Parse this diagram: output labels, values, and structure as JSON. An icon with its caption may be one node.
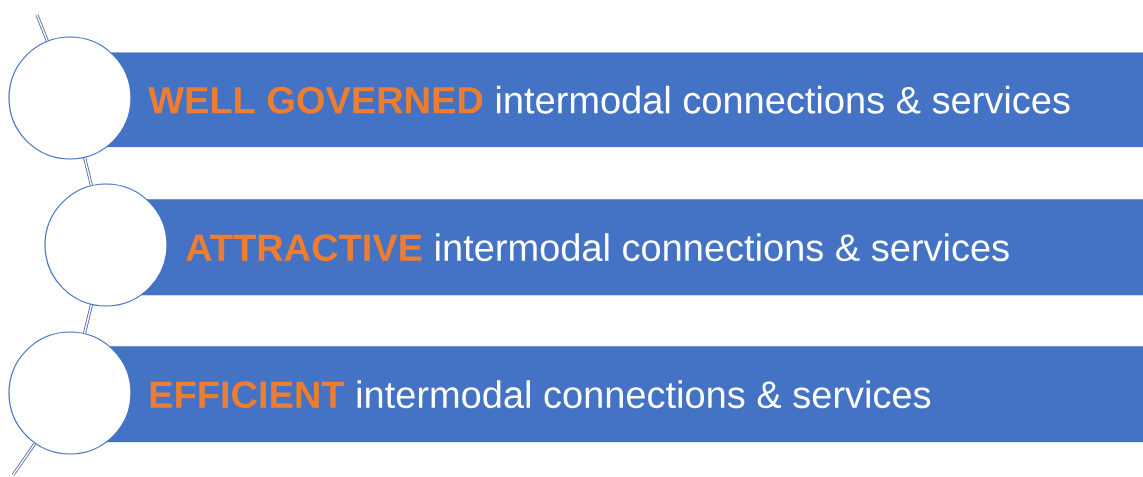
{
  "diagram": {
    "nodes": [
      {
        "text": [],
        "shape": "circle"
      },
      {
        "text": [
          "WELL GOVERNED",
          "intermodal connections & services"
        ]
      },
      {
        "text": [],
        "shape": "circle"
      },
      {
        "text": [
          "ATTRACTIVE",
          "intermodal connections & services"
        ]
      },
      {
        "text": [],
        "shape": "circle"
      },
      {
        "text": [
          "EFFICIENT",
          "intermodal connections & services"
        ]
      }
    ],
    "edges": [
      {
        "from": null,
        "to": 0,
        "arrow": "none"
      },
      {
        "from": 0,
        "to": 2,
        "arrow": "none"
      },
      {
        "from": 2,
        "to": 4,
        "arrow": "none"
      },
      {
        "from": 4,
        "to": null,
        "arrow": "none"
      }
    ]
  }
}
